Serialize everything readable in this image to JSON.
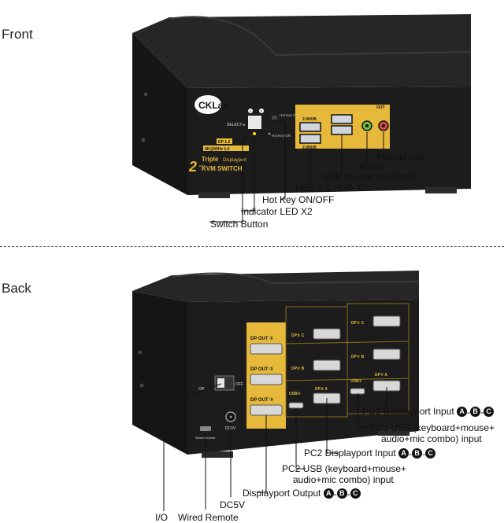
{
  "sections": {
    "front": "Front",
    "back": "Back"
  },
  "brand": {
    "logo": "CKLau"
  },
  "device_front_print": {
    "select": "SELECT ▸",
    "port1": "1",
    "port2": "2",
    "hotkey": "Hot Key ON/OFF",
    "hotkey2": "Hot Key ON",
    "hub": "2.0HUB",
    "hub2": "2.0HUB",
    "badge": "DP 1.2",
    "spec": "4K@60Hz 1.4",
    "tri1": "Triple",
    "tri2": "Displayport",
    "kvm": "KVM SWITCH",
    "two": "2",
    "port_word": "port",
    "out": "OUT"
  },
  "device_back_print": {
    "dpout1": "DP OUT ①",
    "dpout2": "DP OUT ②",
    "dpout3": "DP OUT ③",
    "dp2c": "DP② C",
    "dp1c": "DP① C",
    "dp2b": "DP② B",
    "dp1b": "DP① B",
    "usb2": "USB②",
    "dp2a": "DP② A",
    "usb1": "USB①",
    "dp1a": "DP① A",
    "on": "ON",
    "off": "OFF",
    "wired": "Wired Remote",
    "dc": "DC5V"
  },
  "front_callouts": {
    "microphone": "Microphone",
    "audio": "Audio",
    "usb_mouse_keyboard": "USB Mouse Keyboard",
    "usb_hub": "USB 2.0 HUB X2",
    "hot_key": "Hot Key ON/OFF",
    "indicator": "Indicator LED X2",
    "switch_button": "Switch Button"
  },
  "back_callouts": {
    "pc1_dp": "PC1 Displayport Input",
    "pc1_usb_1": "PC1 USB (keyboard+mouse+",
    "pc1_usb_2": "audio+mic combo) input",
    "pc2_dp": "PC2 Displayport Input",
    "pc2_usb_1": "PC2 USB (keyboard+mouse+",
    "pc2_usb_2": "audio+mic combo) input",
    "dp_output": "Displayport Output",
    "dc5v": "DC5V",
    "wired_remote": "Wired Remote",
    "io": "I/O"
  },
  "port_letters": [
    "A",
    "B",
    "C"
  ],
  "colors": {
    "case": "#1a1a1a",
    "case_top": "#2b2b2b",
    "gold": "#e6b93a",
    "usb_blue": "#cfd6dd"
  }
}
